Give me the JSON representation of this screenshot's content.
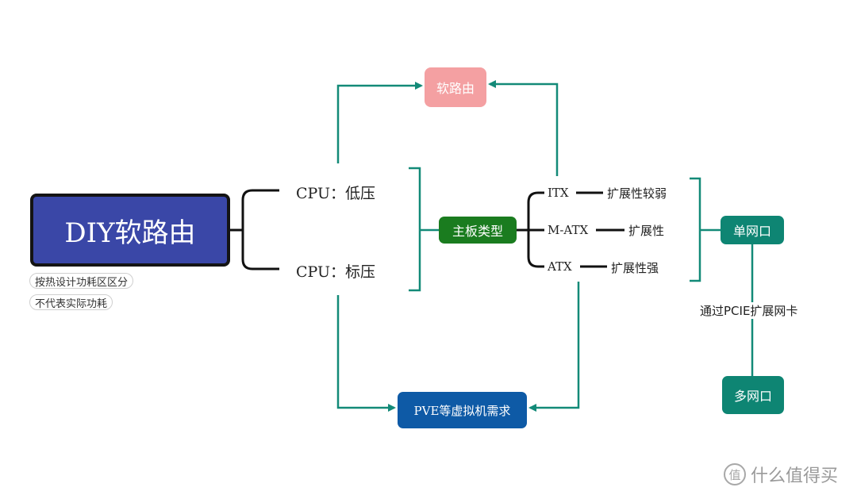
{
  "root": {
    "label": "DIY软路由",
    "notes": [
      "按热设计功耗区区分",
      "不代表实际功耗"
    ]
  },
  "cpu": {
    "low": "CPU：低压",
    "standard": "CPU：标压"
  },
  "targets": {
    "soft_router": "软路由",
    "pve": "PVE等虚拟机需求"
  },
  "mainboard": {
    "label": "主板类型",
    "types": [
      {
        "name": "ITX",
        "ext": "扩展性较弱"
      },
      {
        "name": "M-ATX",
        "ext": "扩展性"
      },
      {
        "name": "ATX",
        "ext": "扩展性强"
      }
    ]
  },
  "network": {
    "single": "单网口",
    "multi": "多网口",
    "via": "通过PCIE扩展网卡"
  },
  "watermark": {
    "badge": "值",
    "text": "什么值得买"
  },
  "colors": {
    "root": "#3a47a7",
    "soft_router": "#f4a0a2",
    "mainboard": "#1a7c1f",
    "pve": "#0e5aa6",
    "network": "#0e8573",
    "arrow": "#138a78"
  }
}
